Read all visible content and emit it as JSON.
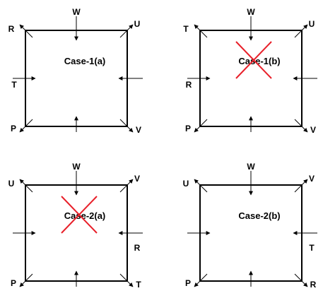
{
  "panels": [
    {
      "id": "case-1a",
      "title": "Case-1(a)",
      "crossed": false,
      "labels": {
        "top": "W",
        "top_left": "R",
        "top_right": "U",
        "left": "T",
        "right": "",
        "bottom_left": "P",
        "bottom_right": "V"
      }
    },
    {
      "id": "case-1b",
      "title": "Case-1(b)",
      "crossed": true,
      "labels": {
        "top": "W",
        "top_left": "T",
        "top_right": "U",
        "left": "R",
        "right": "",
        "bottom_left": "P",
        "bottom_right": "V"
      }
    },
    {
      "id": "case-2a",
      "title": "Case-2(a)",
      "crossed": true,
      "labels": {
        "top": "W",
        "top_left": "U",
        "top_right": "V",
        "left": "",
        "right": "R",
        "bottom_left": "P",
        "bottom_right": "T"
      }
    },
    {
      "id": "case-2b",
      "title": "Case-2(b)",
      "crossed": false,
      "labels": {
        "top": "W",
        "top_left": "U",
        "top_right": "V",
        "left": "",
        "right": "T",
        "bottom_left": "P",
        "bottom_right": "R"
      }
    }
  ],
  "colors": {
    "stroke": "#000000",
    "cross": "#e8202a"
  }
}
